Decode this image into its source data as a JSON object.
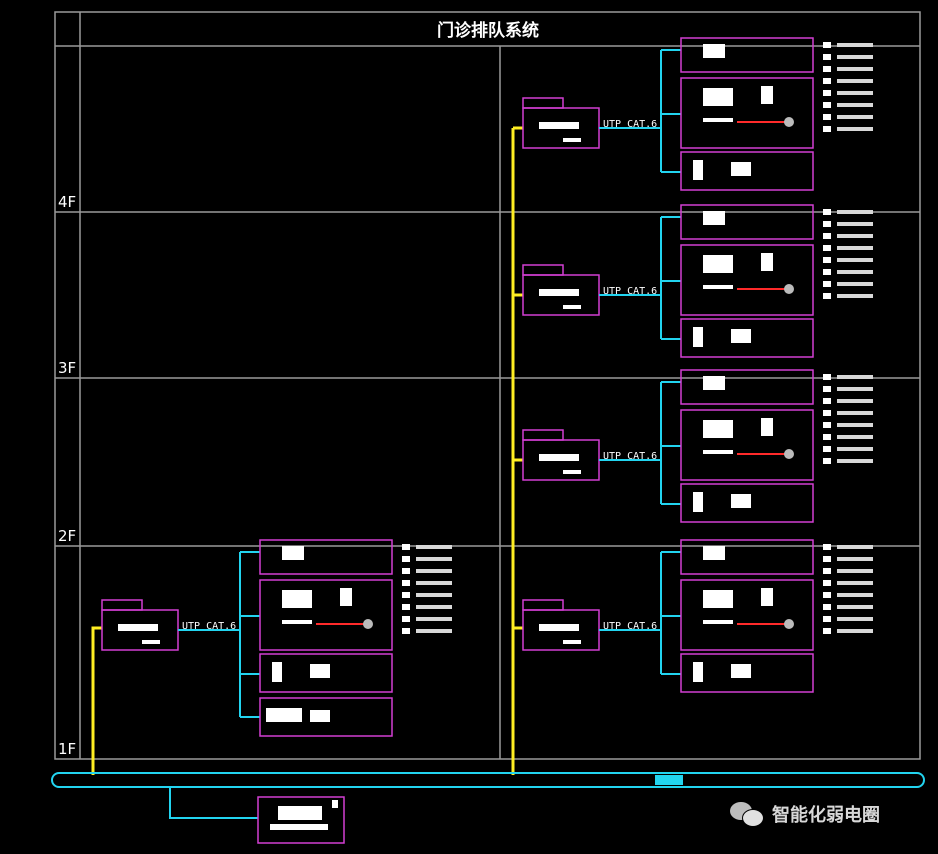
{
  "title": "门诊排队系统",
  "floors": [
    "4F",
    "3F",
    "2F",
    "1F"
  ],
  "cable_label": "UTP CAT.6",
  "colors": {
    "grid": "#9a9a9a",
    "box": "#d23fd2",
    "riser": "#ffee22",
    "link": "#22d4f0",
    "red": "#ff2a2a",
    "white": "#ffffff"
  },
  "watermark": "智能化弱电圈"
}
